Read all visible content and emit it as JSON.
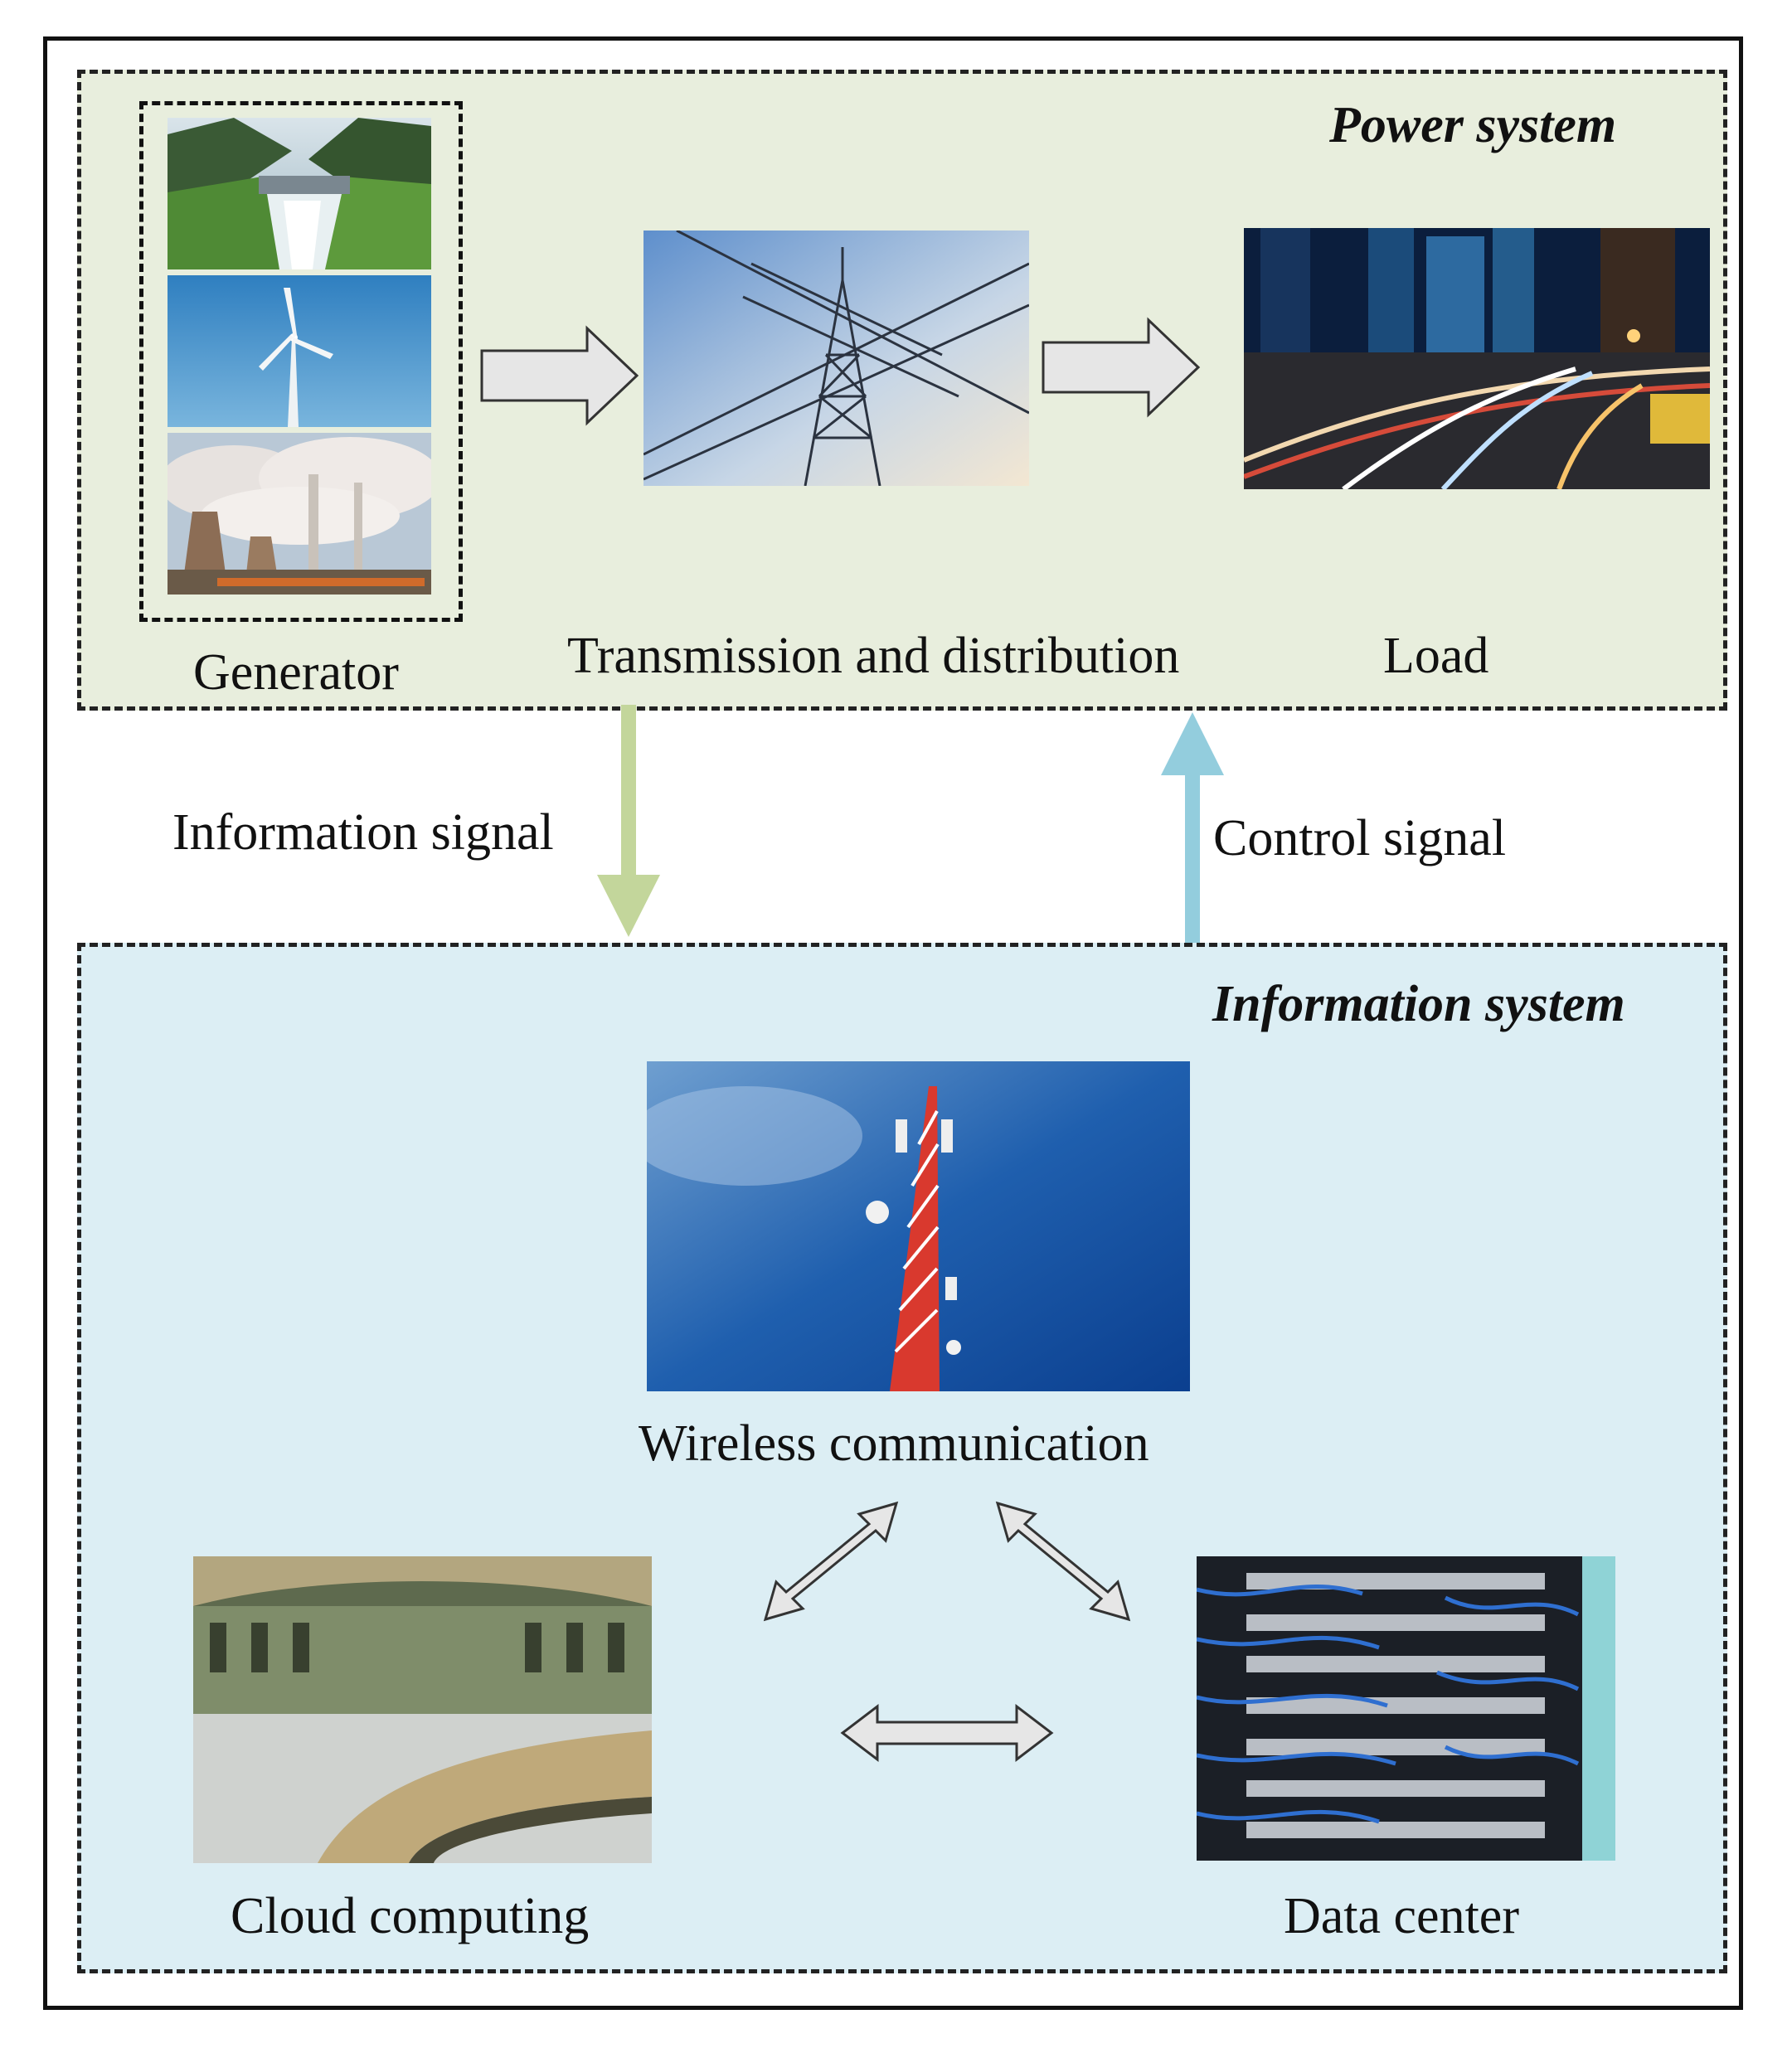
{
  "power_system": {
    "title": "Power system",
    "generator_label": "Generator",
    "transmission_label": "Transmission and distribution",
    "load_label": "Load",
    "images": {
      "hydro": "hydro-dam-photo",
      "wind": "wind-turbine-photo",
      "thermal": "thermal-power-plant-photo",
      "pylon": "transmission-tower-photo",
      "city": "city-night-traffic-photo"
    }
  },
  "signals": {
    "information_signal": "Information signal",
    "control_signal": "Control signal",
    "information_color": "#c3d69b",
    "control_color": "#93cddd"
  },
  "information_system": {
    "title": "Information system",
    "wireless_label": "Wireless communication",
    "cloud_label": "Cloud computing",
    "datacenter_label": "Data center",
    "images": {
      "tower": "cell-tower-photo",
      "control_room": "control-room-photo",
      "servers": "server-rack-photo"
    }
  },
  "colors": {
    "power_bg": "#e8eedd",
    "info_bg": "#dceef4",
    "arrow_fill": "#e6e6e6",
    "border": "#222222"
  }
}
